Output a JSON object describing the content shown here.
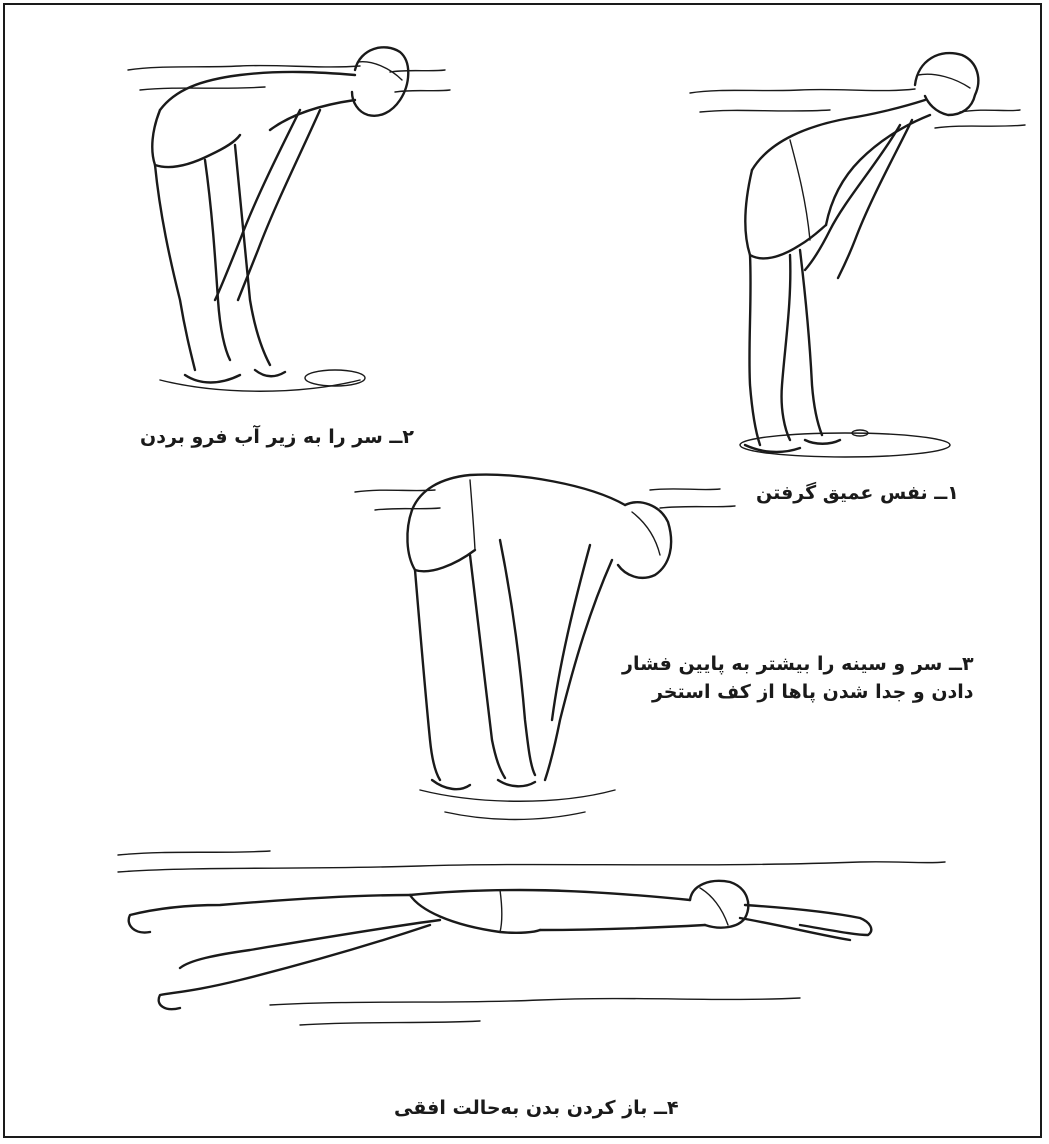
{
  "captions": {
    "step1": "۱ــ نفس عمیق گرفتن",
    "step2": "۲ــ سر را به زیر آب فرو بردن",
    "step3_line1": "۳ــ سر و سینه را بیشتر به پایین فشار",
    "step3_line2": "دادن و جدا شدن پاها از کف استخر",
    "step4": "۴ــ باز کردن بدن به‌حالت افقی"
  },
  "colors": {
    "ink": "#1a1a1a",
    "background": "#ffffff"
  }
}
